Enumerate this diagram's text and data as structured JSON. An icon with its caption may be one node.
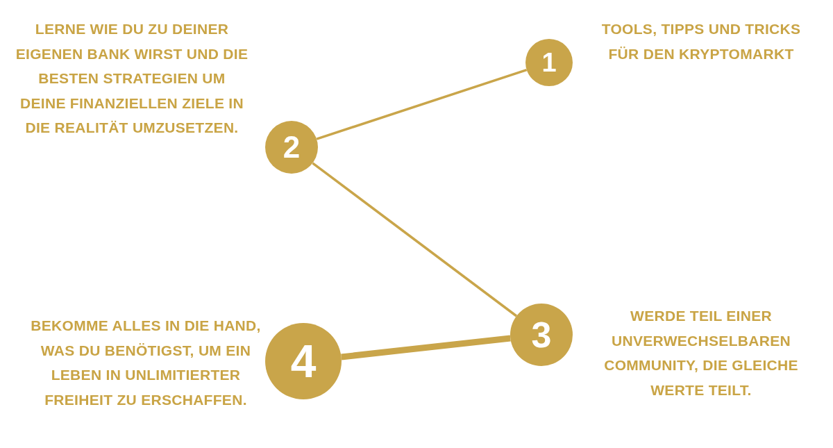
{
  "diagram": {
    "nodes": [
      {
        "text": [
          "1"
        ],
        "beside": [
          "TOOLS, TIPPS UND TRICKS FÜR DEN KRYPTOMARKT"
        ]
      },
      {
        "text": [
          "2"
        ],
        "beside": [
          "LERNE WIE DU ZU DEINER EIGENEN BANK WIRST UND DIE BESTEN STRATEGIEN UM DEINE FINANZIELLEN ZIELE IN DIE REALITÄT UMZUSETZEN."
        ]
      },
      {
        "text": [
          "3"
        ],
        "beside": [
          "WERDE TEIL EINER UNVERWECHSELBAREN COMMUNITY, DIE GLEICHE WERTE TEILT."
        ]
      },
      {
        "text": [
          "4"
        ],
        "beside": [
          "BEKOMME ALLES IN DIE HAND, WAS DU BENÖTIGST, UM EIN LEBEN IN UNLIMITIERTER FREIHEIT ZU ERSCHAFFEN."
        ]
      }
    ],
    "edges": [
      {
        "from": 1,
        "to": 0,
        "arrow": "none"
      },
      {
        "from": 1,
        "to": 2,
        "arrow": "none"
      },
      {
        "from": 2,
        "to": 3,
        "arrow": "none",
        "style": "thick"
      }
    ]
  }
}
